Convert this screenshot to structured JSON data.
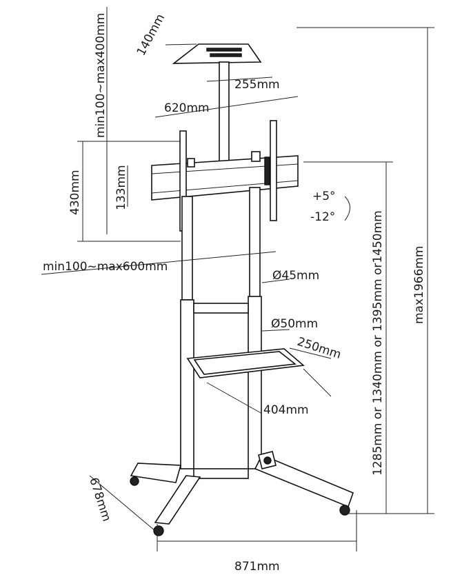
{
  "labels": {
    "shelf_depth": "140mm",
    "shelf_height_adjust": "min100~max400mm",
    "shelf_width": "255mm",
    "mount_width": "620mm",
    "mount_height": "430mm",
    "rail_height": "133mm",
    "tilt_up": "+5°",
    "tilt_down": "-12°",
    "vesa_range": "min100~max600mm",
    "pole_upper_diameter": "Ø45mm",
    "pole_lower_diameter": "Ø50mm",
    "tray_depth": "250mm",
    "tray_width": "404mm",
    "mount_heights": "1285mm or 1340mm or 1395mm or1450mm",
    "max_height": "max1966mm",
    "base_depth": "678mm",
    "base_width": "871mm"
  }
}
